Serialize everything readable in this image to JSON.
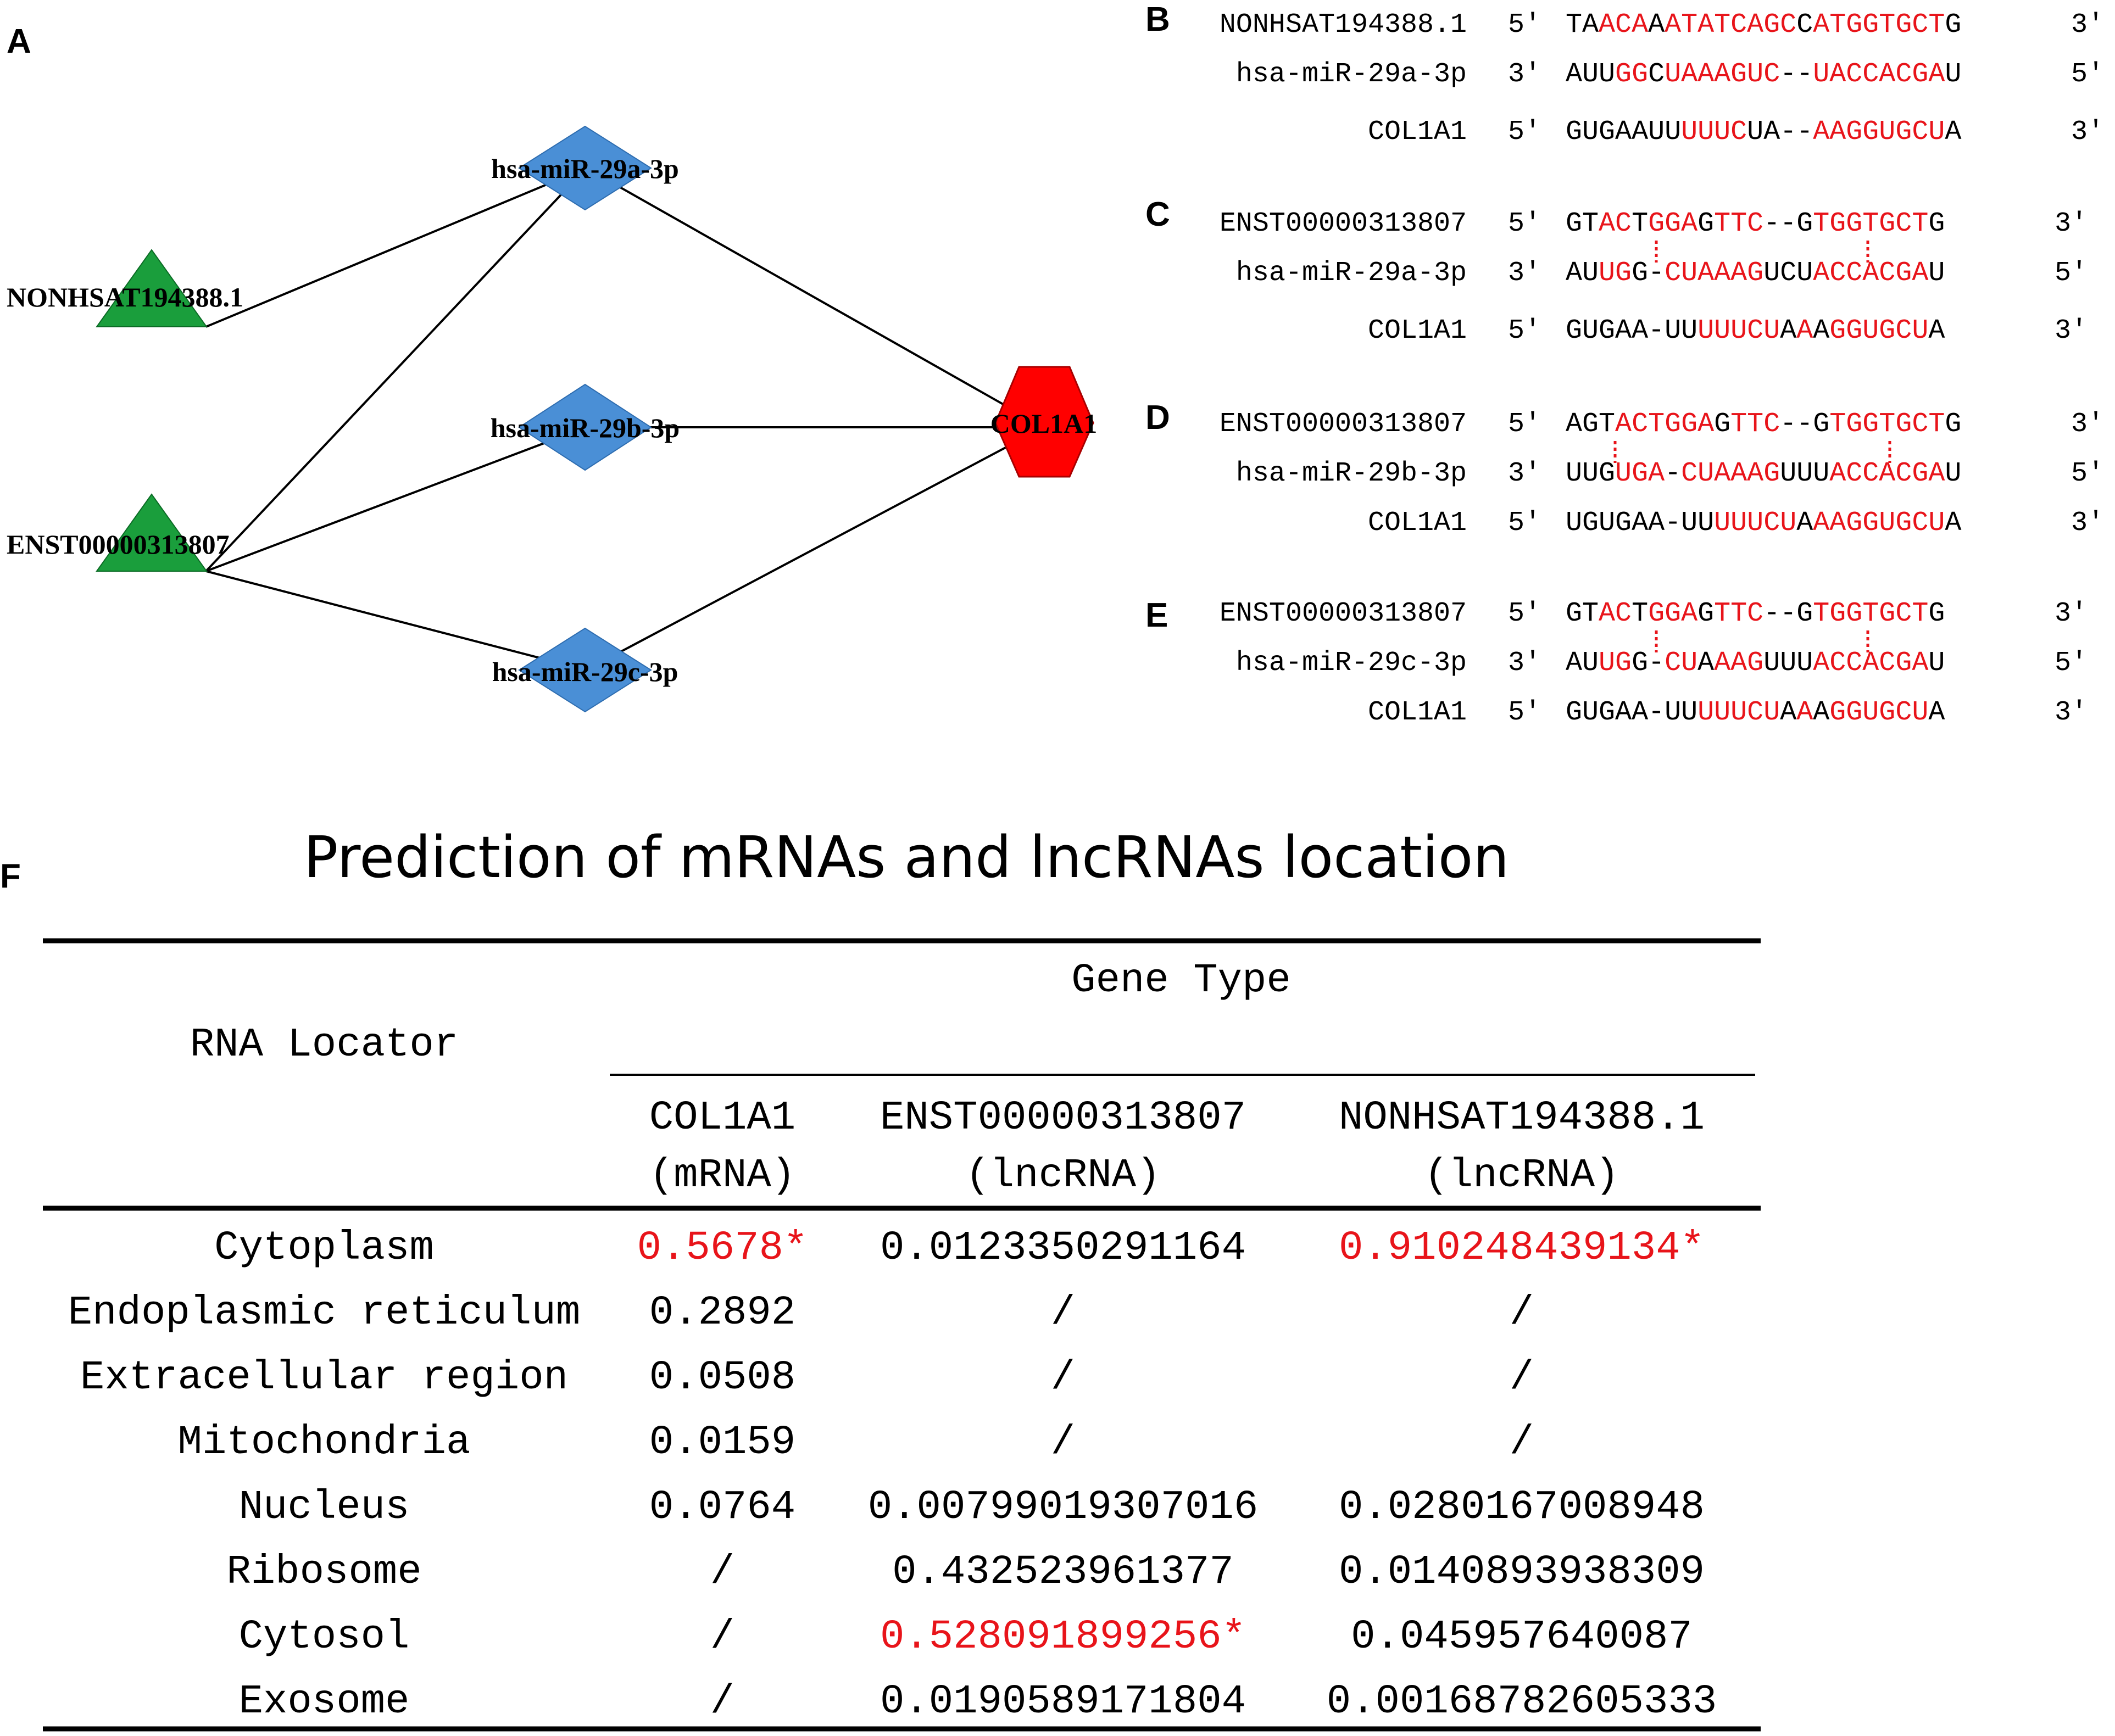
{
  "panels": {
    "a": "A",
    "b": "B",
    "c": "C",
    "d": "D",
    "e": "E",
    "f": "F"
  },
  "network": {
    "nodes": {
      "nonhsat": "NONHSAT194388.1",
      "enst": "ENST00000313807",
      "mir29a": "hsa-miR-29a-3p",
      "mir29b": "hsa-miR-29b-3p",
      "mir29c": "hsa-miR-29c-3p",
      "col1a1": "COL1A1"
    },
    "colors": {
      "lncrna": "#1a9e3c",
      "mirna": "#4a8fd6",
      "mrna": "#ff0000"
    }
  },
  "alignments": {
    "b": {
      "rows": [
        {
          "name": "NONHSAT194388.1",
          "p1": "5′",
          "seq": "TAACAAATATCAGCCATGGTGCTG",
          "p2": "3′",
          "red": [
            2,
            3,
            4,
            6,
            7,
            8,
            9,
            10,
            11,
            12,
            13,
            15,
            16,
            17,
            18,
            19,
            20,
            21,
            22
          ]
        },
        {
          "name": "hsa-miR-29a-3p",
          "p1": "3′",
          "seq": "AUUGGCUAAAGUC--UACCACGAU",
          "p2": "5′",
          "red": [
            3,
            4,
            6,
            7,
            8,
            9,
            10,
            11,
            12,
            15,
            16,
            17,
            18,
            19,
            20,
            21,
            22
          ]
        },
        {
          "name": "COL1A1",
          "p1": "5′",
          "seq": "GUGAAUUUUUCUA--AAGGUGCUA",
          "p2": "3′",
          "red": [
            7,
            8,
            9,
            10,
            15,
            16,
            17,
            18,
            19,
            20,
            21,
            22
          ]
        }
      ]
    },
    "c": {
      "rows": [
        {
          "name": "ENST00000313807",
          "p1": "5′",
          "seq": "GTACTGGAGTTC--GTGGTGCTG",
          "p2": "3′",
          "red": [
            2,
            3,
            5,
            6,
            7,
            9,
            10,
            11,
            15,
            16,
            17,
            18,
            19,
            20,
            21
          ]
        },
        {
          "name": "hsa-miR-29a-3p",
          "p1": "3′",
          "seq": "AUUGG-CUAAAGUCUACCACGAU",
          "p2": "5′",
          "red": [
            2,
            3,
            6,
            7,
            8,
            9,
            10,
            11,
            15,
            16,
            17,
            18,
            19,
            20,
            21
          ]
        },
        {
          "name": "COL1A1",
          "p1": "5′",
          "seq": "GUGAA-UUUUUCUAAAGGUGCUA",
          "p2": "3′",
          "red": [
            8,
            9,
            10,
            11,
            12,
            14,
            16,
            17,
            18,
            19,
            20,
            21
          ]
        }
      ]
    },
    "d": {
      "rows": [
        {
          "name": "ENST00000313807",
          "p1": "5′",
          "seq": "AGTACTGGAGTTC--GTGGTGCTG",
          "p2": "3′",
          "red": [
            3,
            4,
            5,
            6,
            7,
            8,
            10,
            11,
            12,
            16,
            17,
            18,
            19,
            20,
            21,
            22
          ]
        },
        {
          "name": "hsa-miR-29b-3p",
          "p1": "3′",
          "seq": "UUGUGA-CUAAAGUUUACCACGAU",
          "p2": "5′",
          "red": [
            3,
            4,
            5,
            7,
            8,
            9,
            10,
            11,
            12,
            16,
            17,
            18,
            19,
            20,
            21,
            22
          ]
        },
        {
          "name": "COL1A1",
          "p1": "5′",
          "seq": "UGUGAA-UUUUUCUAAAGGUGCUA",
          "p2": "3′",
          "red": [
            9,
            10,
            11,
            12,
            13,
            15,
            16,
            17,
            18,
            19,
            20,
            21,
            22
          ]
        }
      ]
    },
    "e": {
      "rows": [
        {
          "name": "ENST00000313807",
          "p1": "5′",
          "seq": "GTACTGGAGTTC--GTGGTGCTG",
          "p2": "3′",
          "red": [
            2,
            3,
            5,
            6,
            7,
            9,
            10,
            11,
            15,
            16,
            17,
            18,
            19,
            20,
            21
          ]
        },
        {
          "name": "hsa-miR-29c-3p",
          "p1": "3′",
          "seq": "AUUGG-CUAAAGUUUACCACGAU",
          "p2": "5′",
          "red": [
            2,
            3,
            6,
            7,
            9,
            10,
            11,
            15,
            16,
            17,
            18,
            19,
            20,
            21
          ]
        },
        {
          "name": "COL1A1",
          "p1": "5′",
          "seq": "GUGAA-UUUUUCUAAAGGUGCUA",
          "p2": "3′",
          "red": [
            8,
            9,
            10,
            11,
            12,
            14,
            16,
            17,
            18,
            19,
            20,
            21
          ]
        }
      ]
    }
  },
  "table": {
    "title": "Prediction of mRNAs and lncRNAs location",
    "row_header": "RNA Locator",
    "group_header": "Gene Type",
    "columns": [
      {
        "name": "COL1A1",
        "type": "(mRNA)"
      },
      {
        "name": "ENST00000313807",
        "type": "(lncRNA)"
      },
      {
        "name": "NONHSAT194388.1",
        "type": "(lncRNA)"
      }
    ],
    "rows": [
      {
        "label": "Cytoplasm",
        "values": [
          "0.5678*",
          "0.0123350291164",
          "0.910248439134*"
        ],
        "highlight": [
          true,
          false,
          true
        ]
      },
      {
        "label": "Endoplasmic reticulum",
        "values": [
          "0.2892",
          "/",
          "/"
        ],
        "highlight": [
          false,
          false,
          false
        ]
      },
      {
        "label": "Extracellular region",
        "values": [
          "0.0508",
          "/",
          "/"
        ],
        "highlight": [
          false,
          false,
          false
        ]
      },
      {
        "label": "Mitochondria",
        "values": [
          "0.0159",
          "/",
          "/"
        ],
        "highlight": [
          false,
          false,
          false
        ]
      },
      {
        "label": "Nucleus",
        "values": [
          "0.0764",
          "0.00799019307016",
          "0.0280167008948"
        ],
        "highlight": [
          false,
          false,
          false
        ]
      },
      {
        "label": "Ribosome",
        "values": [
          "/",
          "0.432523961377",
          "0.0140893938309"
        ],
        "highlight": [
          false,
          false,
          false
        ]
      },
      {
        "label": "Cytosol",
        "values": [
          "/",
          "0.528091899256*",
          "0.045957640087"
        ],
        "highlight": [
          false,
          true,
          false
        ]
      },
      {
        "label": "Exosome",
        "values": [
          "/",
          "0.0190589171804",
          "0.00168782605333"
        ],
        "highlight": [
          false,
          false,
          false
        ]
      }
    ]
  }
}
